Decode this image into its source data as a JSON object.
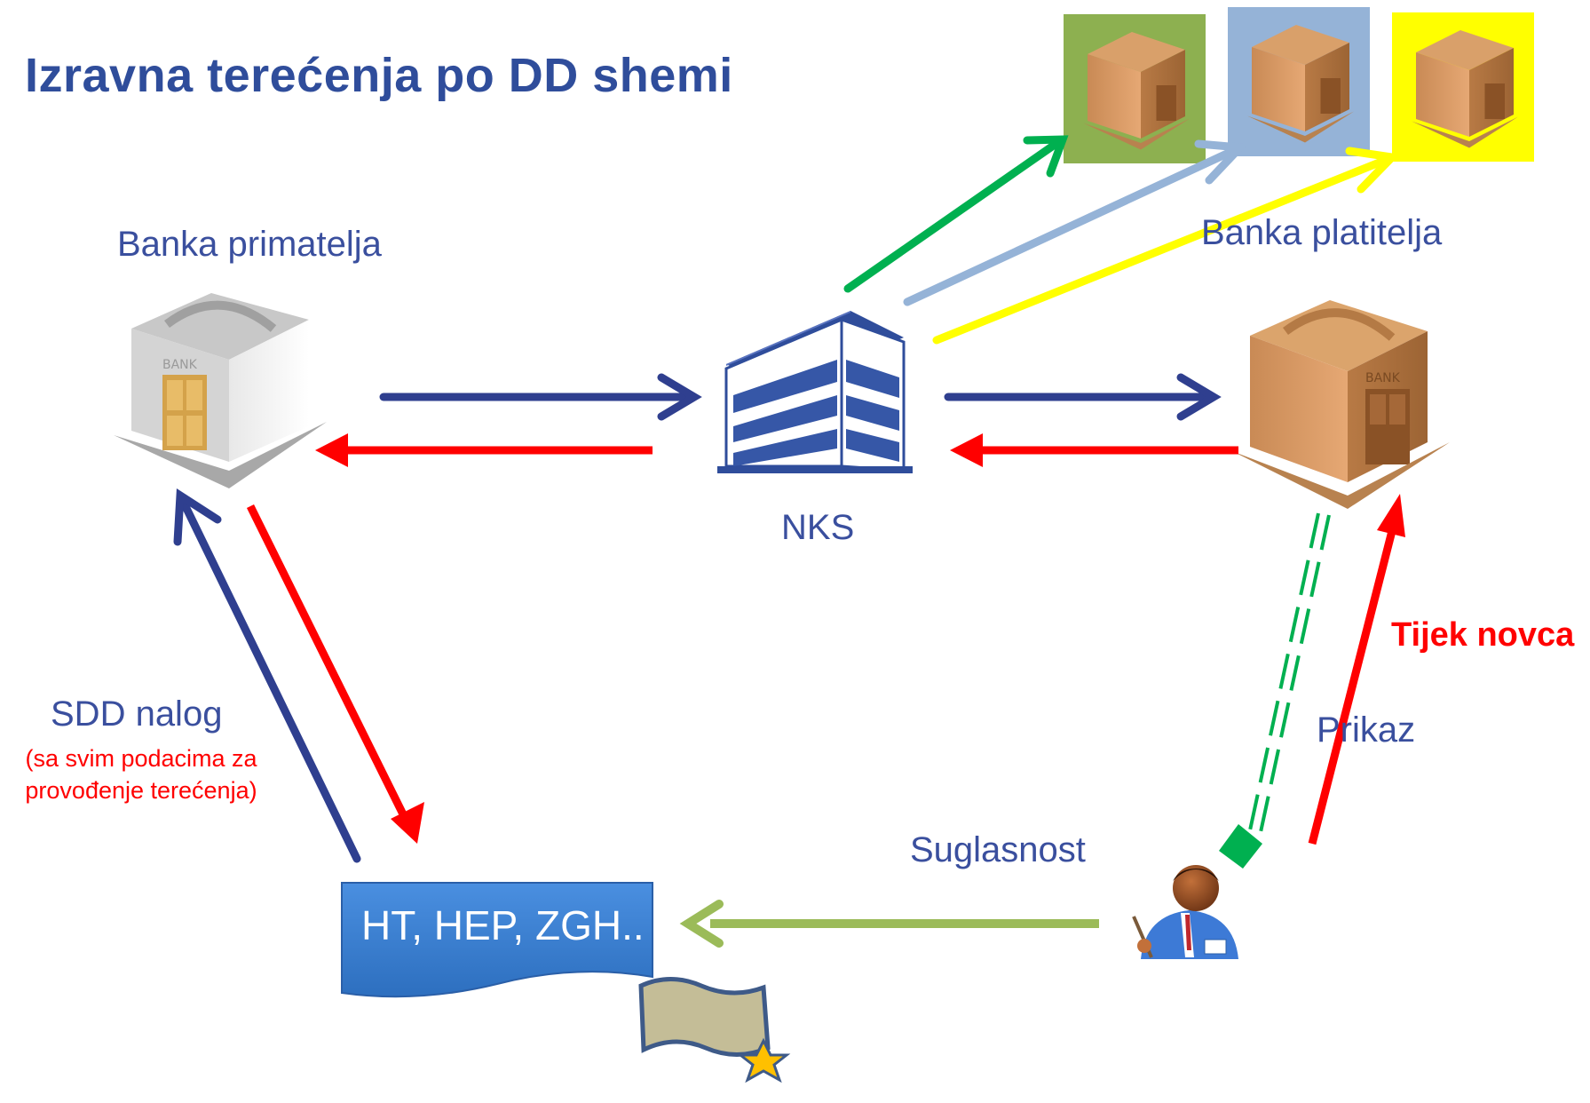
{
  "title": "Izravna terećenja po DD shemi",
  "labels": {
    "banka_primatelja": "Banka primatelja",
    "banka_platitelja": "Banka platitelja",
    "nks": "NKS",
    "sdd_nalog": "SDD nalog",
    "sdd_note_line1": "(sa svim podacima za",
    "sdd_note_line2": "provođenje terećenja)",
    "tijek_novca": "Tijek novca",
    "prikaz": "Prikaz",
    "suglasnost": "Suglasnost",
    "creditor_box": "HT, HEP, ZGH.."
  },
  "colors": {
    "title": "#2f4d9b",
    "navy_arrow": "#2f3f8f",
    "red_arrow": "#ff0000",
    "green_arrow": "#00b050",
    "lightblue_arrow": "#95b3d7",
    "yellow_arrow": "#ffff00",
    "olive_arrow": "#9bbb59",
    "bank_green_bg": "#8db050",
    "bank_blue_bg": "#95b3d7",
    "bank_yellow_bg": "#ffff00",
    "doc_box": "#3a7fd0"
  },
  "icons": [
    "bank-receiver-icon",
    "nks-building-icon",
    "bank-payer-icon",
    "bank-green-icon",
    "bank-lightblue-icon",
    "bank-yellow-icon",
    "person-icon",
    "certificate-scroll-icon"
  ]
}
